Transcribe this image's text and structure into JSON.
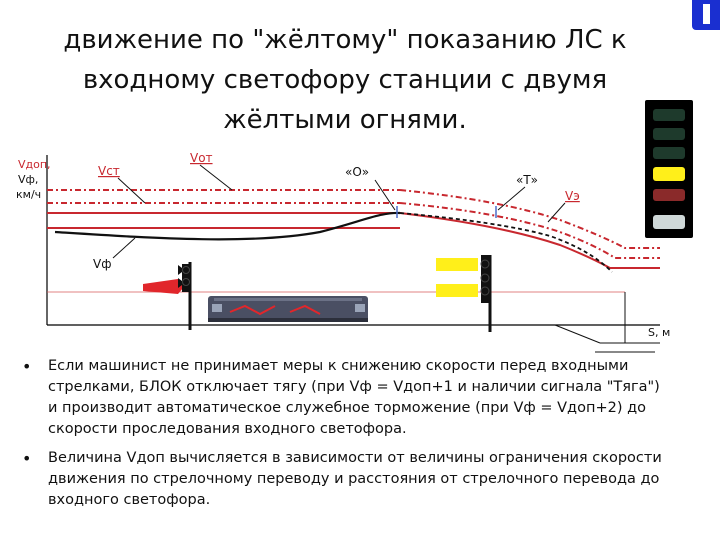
{
  "title": "движение по \"жёлтому\" показанию ЛС к входному светофору станции с двумя жёлтыми огнями.",
  "diagram": {
    "labels": {
      "y_axis_line1": "Vдоп,",
      "y_axis_line2": "Vф,",
      "y_axis_line3": "км/ч",
      "vst": "Vст",
      "vot": "Vот",
      "vf": "Vф",
      "ve": "Vэ",
      "point_o": "«О»",
      "point_t": "«Т»",
      "x_axis": "S, м"
    },
    "colors": {
      "limit_red": "#c8282f",
      "yellow": "#ffef1a",
      "red_signal": "#e1262b",
      "loco_body": "#4a4f63"
    },
    "cab_signal_lights": [
      "#1e3a2c",
      "#1e3a2c",
      "#1e3a2c",
      "#ffef1a",
      "#8a2a2a",
      "#cfd8d8"
    ]
  },
  "bullets": [
    "Если машинист не принимает меры к снижению скорости перед входными стрелками, БЛОК отключает тягу (при Vф = Vдоп+1 и наличии сигнала \"Тяга\") и производит автоматическое служебное торможение (при Vф = Vдоп+2) до скорости проследования входного светофора.",
    "Величина Vдоп вычисляется в зависимости от величины ограничения скорости движения по стрелочному переводу и расстояния от стрелочного перевода до входного светофора."
  ]
}
